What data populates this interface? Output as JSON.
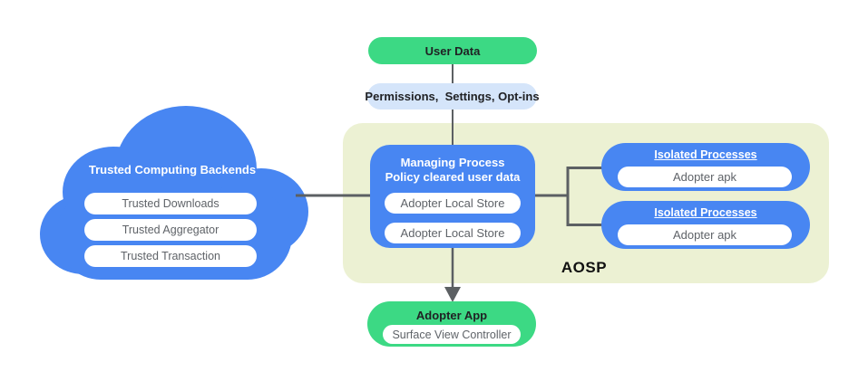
{
  "diagram": {
    "user_data": {
      "label": "User Data"
    },
    "permissions": {
      "label": "Permissions,  Settings, Opt-ins"
    },
    "cloud": {
      "title": "Trusted Computing Backends",
      "items": [
        "Trusted Downloads",
        "Trusted Aggregator",
        "Trusted Transaction"
      ]
    },
    "aosp": {
      "label": "AOSP",
      "managing_process": {
        "title_line1": "Managing Process",
        "title_line2": "Policy cleared user data",
        "stores": [
          "Adopter Local Store",
          "Adopter Local Store"
        ]
      },
      "isolated_processes": [
        {
          "title": "Isolated Processes",
          "item": "Adopter apk"
        },
        {
          "title": "Isolated Processes",
          "item": "Adopter apk"
        }
      ]
    },
    "adopter_app": {
      "title": "Adopter App",
      "item": "Surface View Controller"
    },
    "colors": {
      "node_blue": "#4886F2",
      "node_green": "#3CD984",
      "permissions_blue": "#D5E5FA",
      "aosp_background": "#ECF1D3",
      "connector_gray": "#5C6063",
      "pill_text_gray": "#5F6368",
      "dark_text": "#202124"
    }
  }
}
